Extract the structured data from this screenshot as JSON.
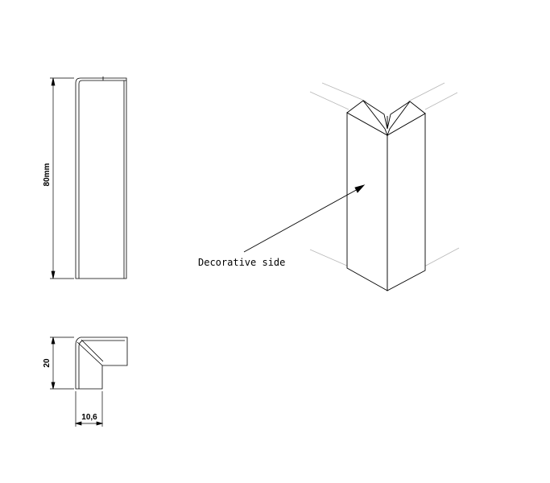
{
  "dimensions": {
    "height": "80mm",
    "depth": "20",
    "width": "10,6"
  },
  "callout": {
    "label": "Decorative side"
  },
  "colors": {
    "line": "#000000",
    "wall": "#b8b8b8",
    "background": "#ffffff"
  }
}
